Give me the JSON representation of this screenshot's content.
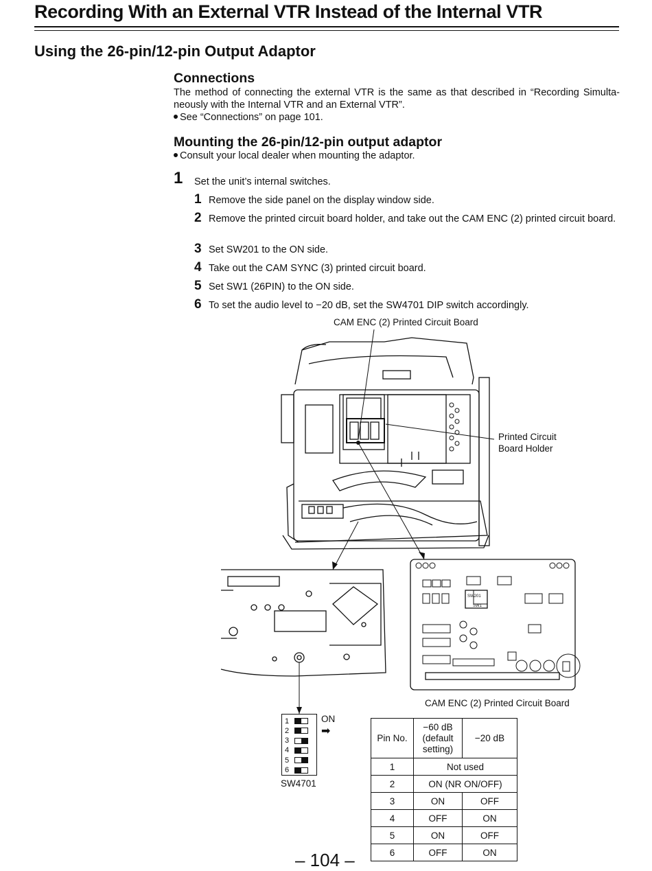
{
  "title": "Recording With an External VTR Instead of the Internal VTR",
  "subtitle": "Using the 26-pin/12-pin Output Adaptor",
  "connections": {
    "heading": "Connections",
    "text": "The method of connecting the external VTR is the same as that described in “Recording Simulta-neously with the Internal VTR and an External VTR”.",
    "bullet": "See “Connections” on page 101."
  },
  "mounting": {
    "heading": "Mounting the 26-pin/12-pin output adaptor",
    "bullet": "Consult your local dealer when mounting the adaptor."
  },
  "step1": {
    "number": "1",
    "text": "Set the unit’s internal switches."
  },
  "substeps": [
    {
      "number": "1",
      "text": "Remove the side panel on the display window side."
    },
    {
      "number": "2",
      "text": "Remove the printed circuit board holder, and take out the CAM ENC (2) printed circuit board."
    },
    {
      "number": "3",
      "text": "Set SW201 to the ON side."
    },
    {
      "number": "4",
      "text": "Take out the CAM SYNC (3) printed circuit board."
    },
    {
      "number": "5",
      "text": "Set SW1 (26PIN) to the ON side."
    },
    {
      "number": "6",
      "text": "To set the audio level to −20 dB, set the SW4701 DIP switch accordingly."
    }
  ],
  "labels": {
    "cam_enc_top": "CAM ENC (2) Printed Circuit Board",
    "holder_line1": "Printed Circuit",
    "holder_line2": "Board Holder",
    "cam_enc_bottom": "CAM ENC (2) Printed Circuit Board",
    "sw4701": "SW4701",
    "on": "ON",
    "board_sw1": "SW1",
    "board_sw201": "SW201"
  },
  "dip_switch": {
    "positions": [
      "1",
      "2",
      "3",
      "4",
      "5",
      "6"
    ],
    "states": [
      "left",
      "left",
      "right",
      "left",
      "right",
      "left"
    ]
  },
  "table": {
    "headers": [
      "Pin No.",
      "−60 dB\n(default\nsetting)",
      "−20 dB"
    ],
    "rows": [
      {
        "pin": "1",
        "merged": "Not used"
      },
      {
        "pin": "2",
        "merged": "ON (NR ON/OFF)"
      },
      {
        "pin": "3",
        "a": "ON",
        "b": "OFF"
      },
      {
        "pin": "4",
        "a": "OFF",
        "b": "ON"
      },
      {
        "pin": "5",
        "a": "ON",
        "b": "OFF"
      },
      {
        "pin": "6",
        "a": "OFF",
        "b": "ON"
      }
    ]
  },
  "page_number": "– 104 –"
}
